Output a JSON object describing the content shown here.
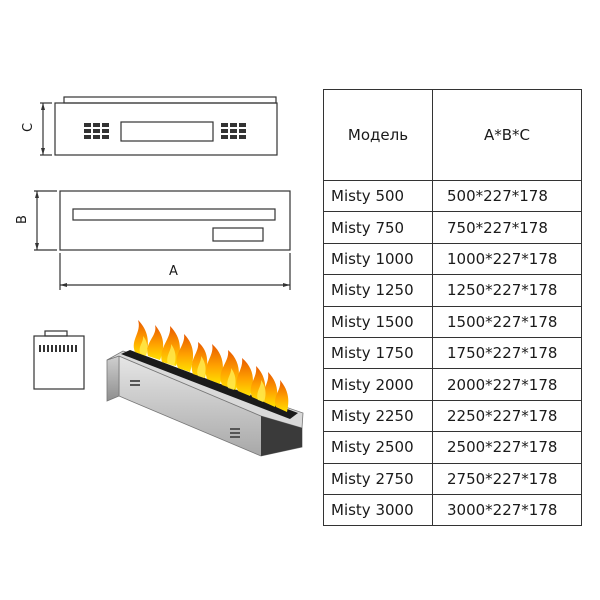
{
  "dimension_labels": {
    "c": "C",
    "b": "B",
    "a": "A"
  },
  "table": {
    "headers": [
      "Модель",
      "A*B*C"
    ],
    "rows": [
      [
        "Misty 500",
        "500*227*178"
      ],
      [
        "Misty 750",
        "750*227*178"
      ],
      [
        "Misty 1000",
        "1000*227*178"
      ],
      [
        "Misty 1250",
        "1250*227*178"
      ],
      [
        "Misty 1500",
        "1500*227*178"
      ],
      [
        "Misty 1750",
        "1750*227*178"
      ],
      [
        "Misty 2000",
        "2000*227*178"
      ],
      [
        "Misty 2250",
        "2250*227*178"
      ],
      [
        "Misty 2500",
        "2500*227*178"
      ],
      [
        "Misty 2750",
        "2750*227*178"
      ],
      [
        "Misty 3000",
        "3000*227*178"
      ]
    ]
  },
  "colors": {
    "line": "#333333",
    "flame_outer": "#f28a00",
    "flame_inner": "#ffd400",
    "steel": "#c8c8c8"
  }
}
